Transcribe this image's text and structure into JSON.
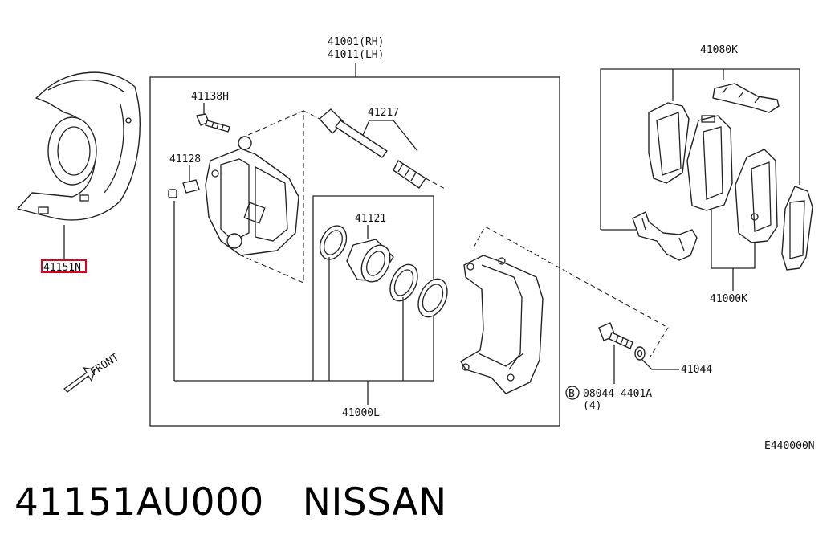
{
  "labels": {
    "caliper_rh": "41001(RH)",
    "caliper_lh": "41011(LH)",
    "bolt_41138h": "41138H",
    "sleeve_41217": "41217",
    "bleeder_41128": "41128",
    "piston_41121": "41121",
    "pad_kit_41080k": "41080K",
    "pad_set_41000k": "41000K",
    "baffle_41151n": "41151N",
    "seal_kit_41000l": "41000L",
    "washer_41044": "41044",
    "bolt_prefix": "B",
    "bolt_part": "08044-4401A",
    "bolt_qty": "(4)",
    "front_arrow": "FRONT",
    "diagram_code": "E440000N"
  },
  "caption": {
    "part_number": "41151AU000",
    "brand": "NISSAN"
  },
  "colors": {
    "highlight": "#e0001b",
    "line": "#222222"
  }
}
